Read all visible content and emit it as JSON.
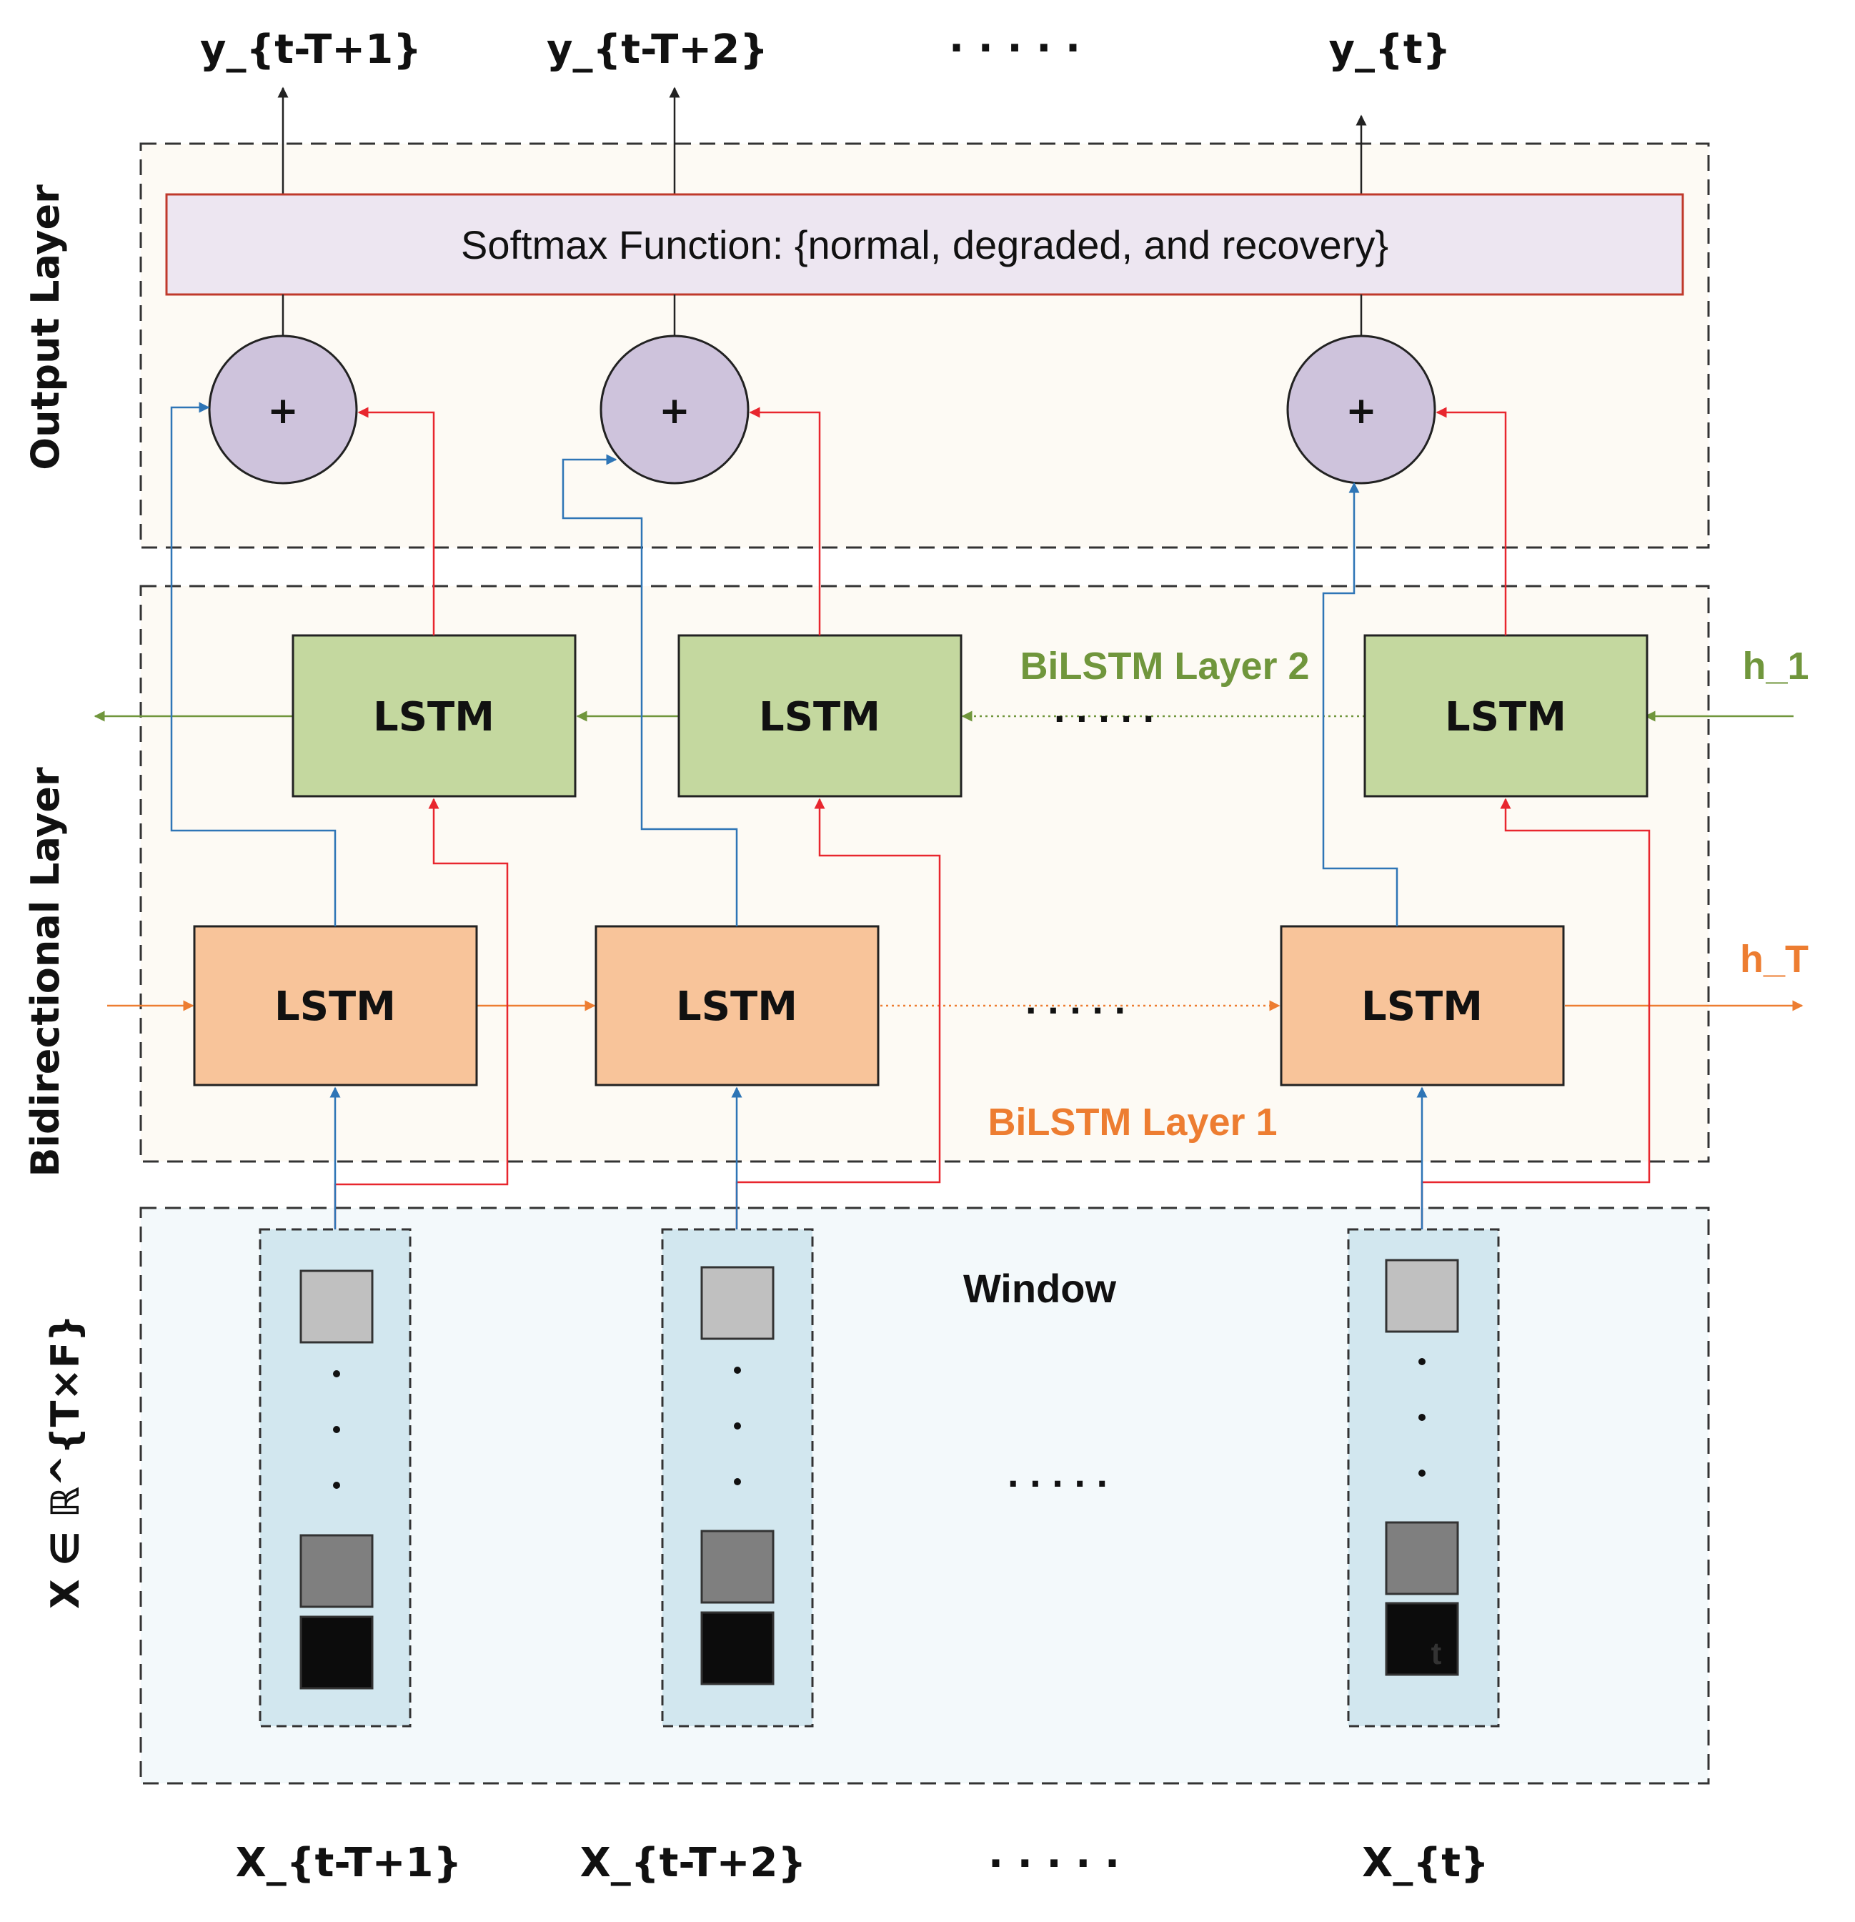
{
  "outputs": [
    "y_{t-T+1}",
    "y_{t-T+2}",
    "y_{t}"
  ],
  "inputs": [
    "X_{t-T+1}",
    "X_{t-T+2}",
    "X_{t}"
  ],
  "ellipsis": ". . . . .",
  "softmax_label": "Softmax Function: {normal, degraded, and recovery}",
  "plus": "+",
  "lstm_label": "LSTM",
  "layer2_label": "BiLSTM Layer 2",
  "layer1_label": "BiLSTM Layer 1",
  "h1_label": "h_1",
  "hT_label": "h_T",
  "window_label": "Window",
  "last_cell_label": "t",
  "section_labels": {
    "output": "Output Layer",
    "bidirectional": "Bidirectional Layer",
    "input": "X ∈ ℝ^{T×F}"
  },
  "colors": {
    "forward": "#ED7D31",
    "backward": "#70963C",
    "blue_line": "#2E75B6",
    "red_line": "#E8262E",
    "lstm_forward_fill": "#F8C49A",
    "lstm_backward_fill": "#C4D89F",
    "sum_fill": "#CEC3DC",
    "softmax_fill": "#EDE6F1",
    "window_fill": "#D2E7EF",
    "input_section_fill": "#F3F9FB",
    "section_fill": "#FDFAF4"
  }
}
